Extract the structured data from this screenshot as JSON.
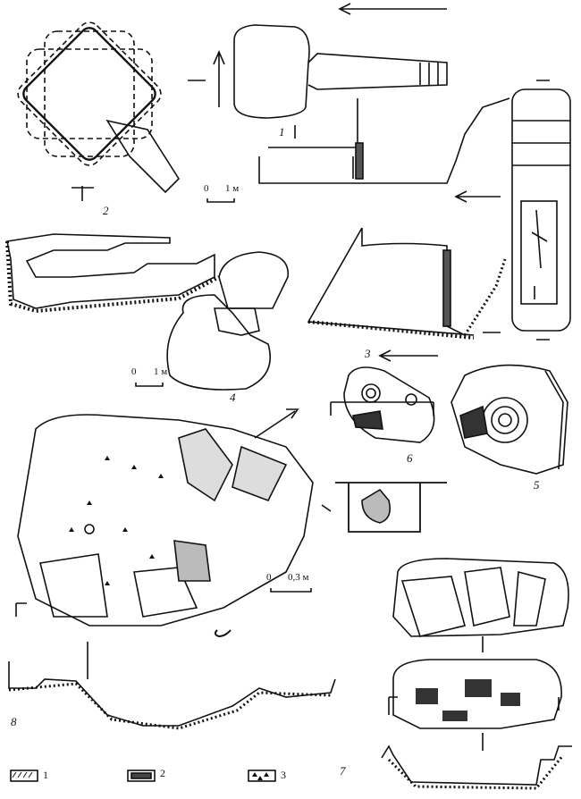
{
  "figures": [
    {
      "id": "fig-1",
      "label": "1"
    },
    {
      "id": "fig-2",
      "label": "2"
    },
    {
      "id": "fig-3",
      "label": "3"
    },
    {
      "id": "fig-4",
      "label": "4"
    },
    {
      "id": "fig-5",
      "label": "5"
    },
    {
      "id": "fig-6",
      "label": "6"
    },
    {
      "id": "fig-7",
      "label": "7"
    },
    {
      "id": "fig-8",
      "label": "8"
    }
  ],
  "scales": [
    {
      "zero": "0",
      "value": "1 м"
    },
    {
      "zero": "0",
      "value": "1 м"
    },
    {
      "zero": "0",
      "value": "0,3 м"
    }
  ],
  "legend": [
    {
      "label": "1",
      "pattern": "hatched-ground"
    },
    {
      "label": "2",
      "pattern": "wall-hatching"
    },
    {
      "label": "3",
      "pattern": "triangles"
    }
  ]
}
